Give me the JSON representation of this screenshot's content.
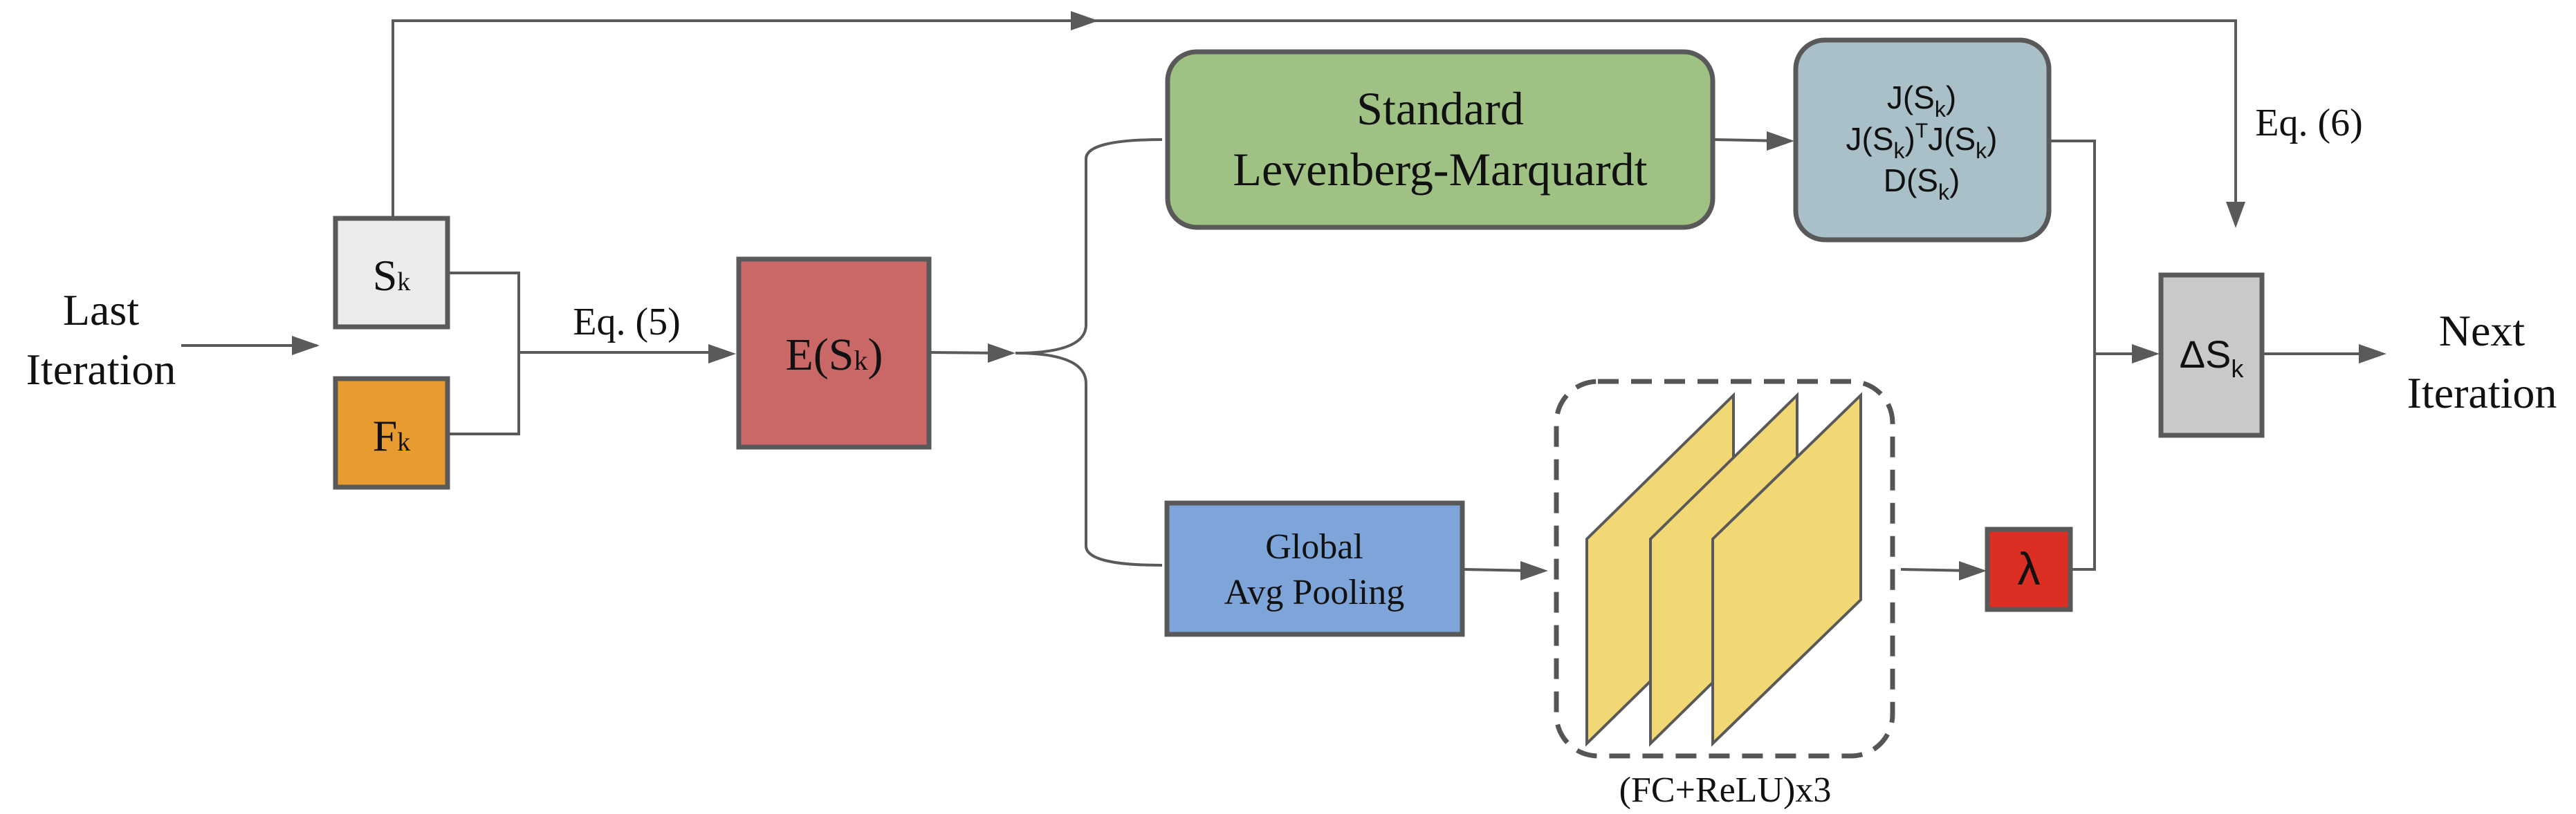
{
  "colors": {
    "s_box": "#ececec",
    "f_box": "#e89b30",
    "e_box": "#c96866",
    "lm_box": "#9fc183",
    "jac_box": "#a9c0c8",
    "pool_box": "#7ea5d9",
    "fc_layer": "#f2d874",
    "lambda_box": "#dc2e23",
    "delta_box": "#c9c9c9",
    "line": "#5a5a5a"
  },
  "labels": {
    "last_iteration": [
      "Last",
      "Iteration"
    ],
    "next_iteration": [
      "Next",
      "Iteration"
    ],
    "eq5": "Eq. (5)",
    "eq6": "Eq. (6)",
    "s_k": {
      "base": "S",
      "sub": "k"
    },
    "f_k": {
      "base": "F",
      "sub": "k"
    },
    "e_sk": {
      "pre": "E(S",
      "sub": "k",
      "post": ")"
    },
    "standard_lm": [
      "Standard",
      "Levenberg-Marquardt"
    ],
    "jacobian_lines": {
      "line1": {
        "pre": "J(S",
        "sub": "k",
        "post": ")"
      },
      "line2": {
        "pre": "J(S",
        "sub": "k",
        "mid": ")",
        "sup": "T",
        "mid2": "J(S",
        "sub2": "k",
        "post": ")"
      },
      "line3": {
        "pre": "D(S",
        "sub": "k",
        "post": ")"
      }
    },
    "global_avg_pooling": [
      "Global",
      "Avg Pooling"
    ],
    "fc_relu": "(FC+ReLU)x3",
    "lambda": "λ",
    "delta_s": {
      "pre": "ΔS",
      "sub": "k"
    }
  }
}
